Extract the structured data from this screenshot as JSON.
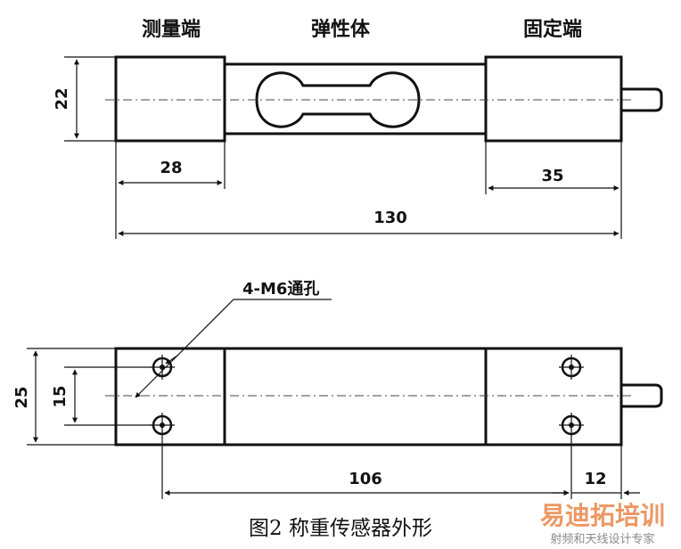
{
  "top_view": {
    "labels": {
      "measure_end": "测量端",
      "elastic_body": "弹性体",
      "fixed_end": "固定端"
    },
    "dimensions": {
      "height": "22",
      "measure_length": "28",
      "fixed_length": "35",
      "total_length": "130"
    }
  },
  "bottom_view": {
    "hole_callout": "4-M6通孔",
    "dimensions": {
      "width": "25",
      "hole_spacing": "15",
      "hole_pitch": "106",
      "hole_offset": "12"
    }
  },
  "caption": "图2  称重传感器外形",
  "watermark": {
    "brand": "易迪拓培训",
    "tagline": "射频和天线设计专家"
  }
}
